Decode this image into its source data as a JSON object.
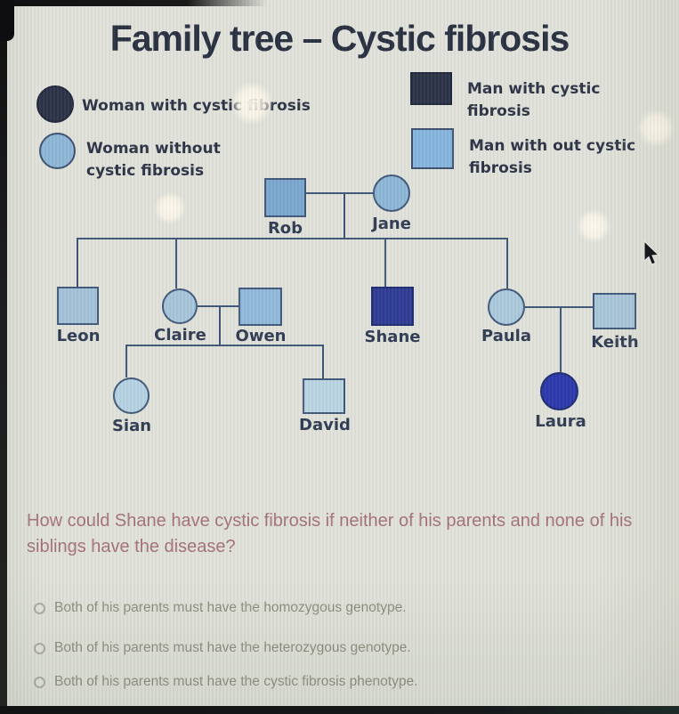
{
  "title": "Family tree – Cystic fibrosis",
  "legend": {
    "items": [
      {
        "label": "Woman with cystic fibrosis",
        "shape": "circle",
        "affected": true
      },
      {
        "label": "Woman without cystic fibrosis",
        "shape": "circle",
        "affected": false
      },
      {
        "label": "Man with cystic fibrosis",
        "shape": "square",
        "affected": true
      },
      {
        "label": "Man with out cystic fibrosis",
        "shape": "square",
        "affected": false
      }
    ]
  },
  "pedigree": {
    "people": [
      {
        "name": "Rob",
        "sex": "male",
        "affected": false
      },
      {
        "name": "Jane",
        "sex": "female",
        "affected": false
      },
      {
        "name": "Leon",
        "sex": "male",
        "affected": false
      },
      {
        "name": "Claire",
        "sex": "female",
        "affected": false
      },
      {
        "name": "Owen",
        "sex": "male",
        "affected": false
      },
      {
        "name": "Shane",
        "sex": "male",
        "affected": true
      },
      {
        "name": "Paula",
        "sex": "female",
        "affected": false
      },
      {
        "name": "Keith",
        "sex": "male",
        "affected": false
      },
      {
        "name": "Sian",
        "sex": "female",
        "affected": false
      },
      {
        "name": "David",
        "sex": "male",
        "affected": false
      },
      {
        "name": "Laura",
        "sex": "female",
        "affected": true
      }
    ]
  },
  "question": {
    "text": "How could Shane have cystic fibrosis if neither of his parents and none of his siblings have the disease?"
  },
  "options": [
    {
      "label": "Both of his parents must have the homozygous genotype.",
      "selected": false
    },
    {
      "label": "Both of his parents must have the heterozygous genotype.",
      "selected": false
    },
    {
      "label": "Both of his parents must have the cystic fibrosis phenotype.",
      "selected": false
    }
  ],
  "colors": {
    "background": "#e0e2da",
    "affected_dark_legend": "#2b3146",
    "affected_royal_blue": "#2c3a94",
    "unaffected_light_blue": "#a6c4da",
    "connector": "#3d5578",
    "title_text": "#272e3f",
    "question_text": "#a4707a",
    "option_text": "#8e8b7e"
  },
  "icons": {
    "mouse_cursor": "black-arrow-pointer",
    "radio_unselected": "empty-circle"
  }
}
